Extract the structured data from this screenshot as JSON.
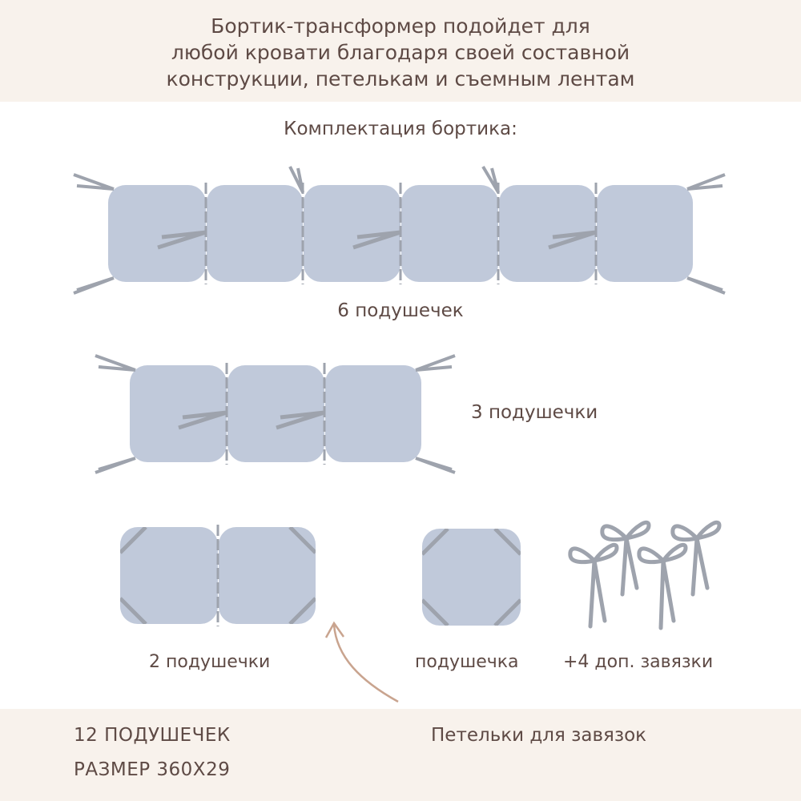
{
  "header": {
    "lines": [
      "Бортик-трансформер подойдет для",
      "любой кровати благодаря своей составной",
      "конструкции, петелькам и съемным лентам"
    ]
  },
  "set_title": "Комплектация бортика:",
  "labels": {
    "six": "6 подушечек",
    "three": "3 подушечки",
    "two": "2 подушечки",
    "one": "подушечка",
    "ties": "+4 доп. завязки"
  },
  "footer": {
    "count": "12 ПОДУШЕЧЕК",
    "size": "РАЗМЕР 360Х29",
    "loops": "Петельки для завязок"
  },
  "colors": {
    "pillow": "#c0c9da",
    "tie": "#9ea3ad",
    "text": "#5e4a45",
    "band": "#f8f2ec",
    "arrow": "#c9a48f"
  }
}
